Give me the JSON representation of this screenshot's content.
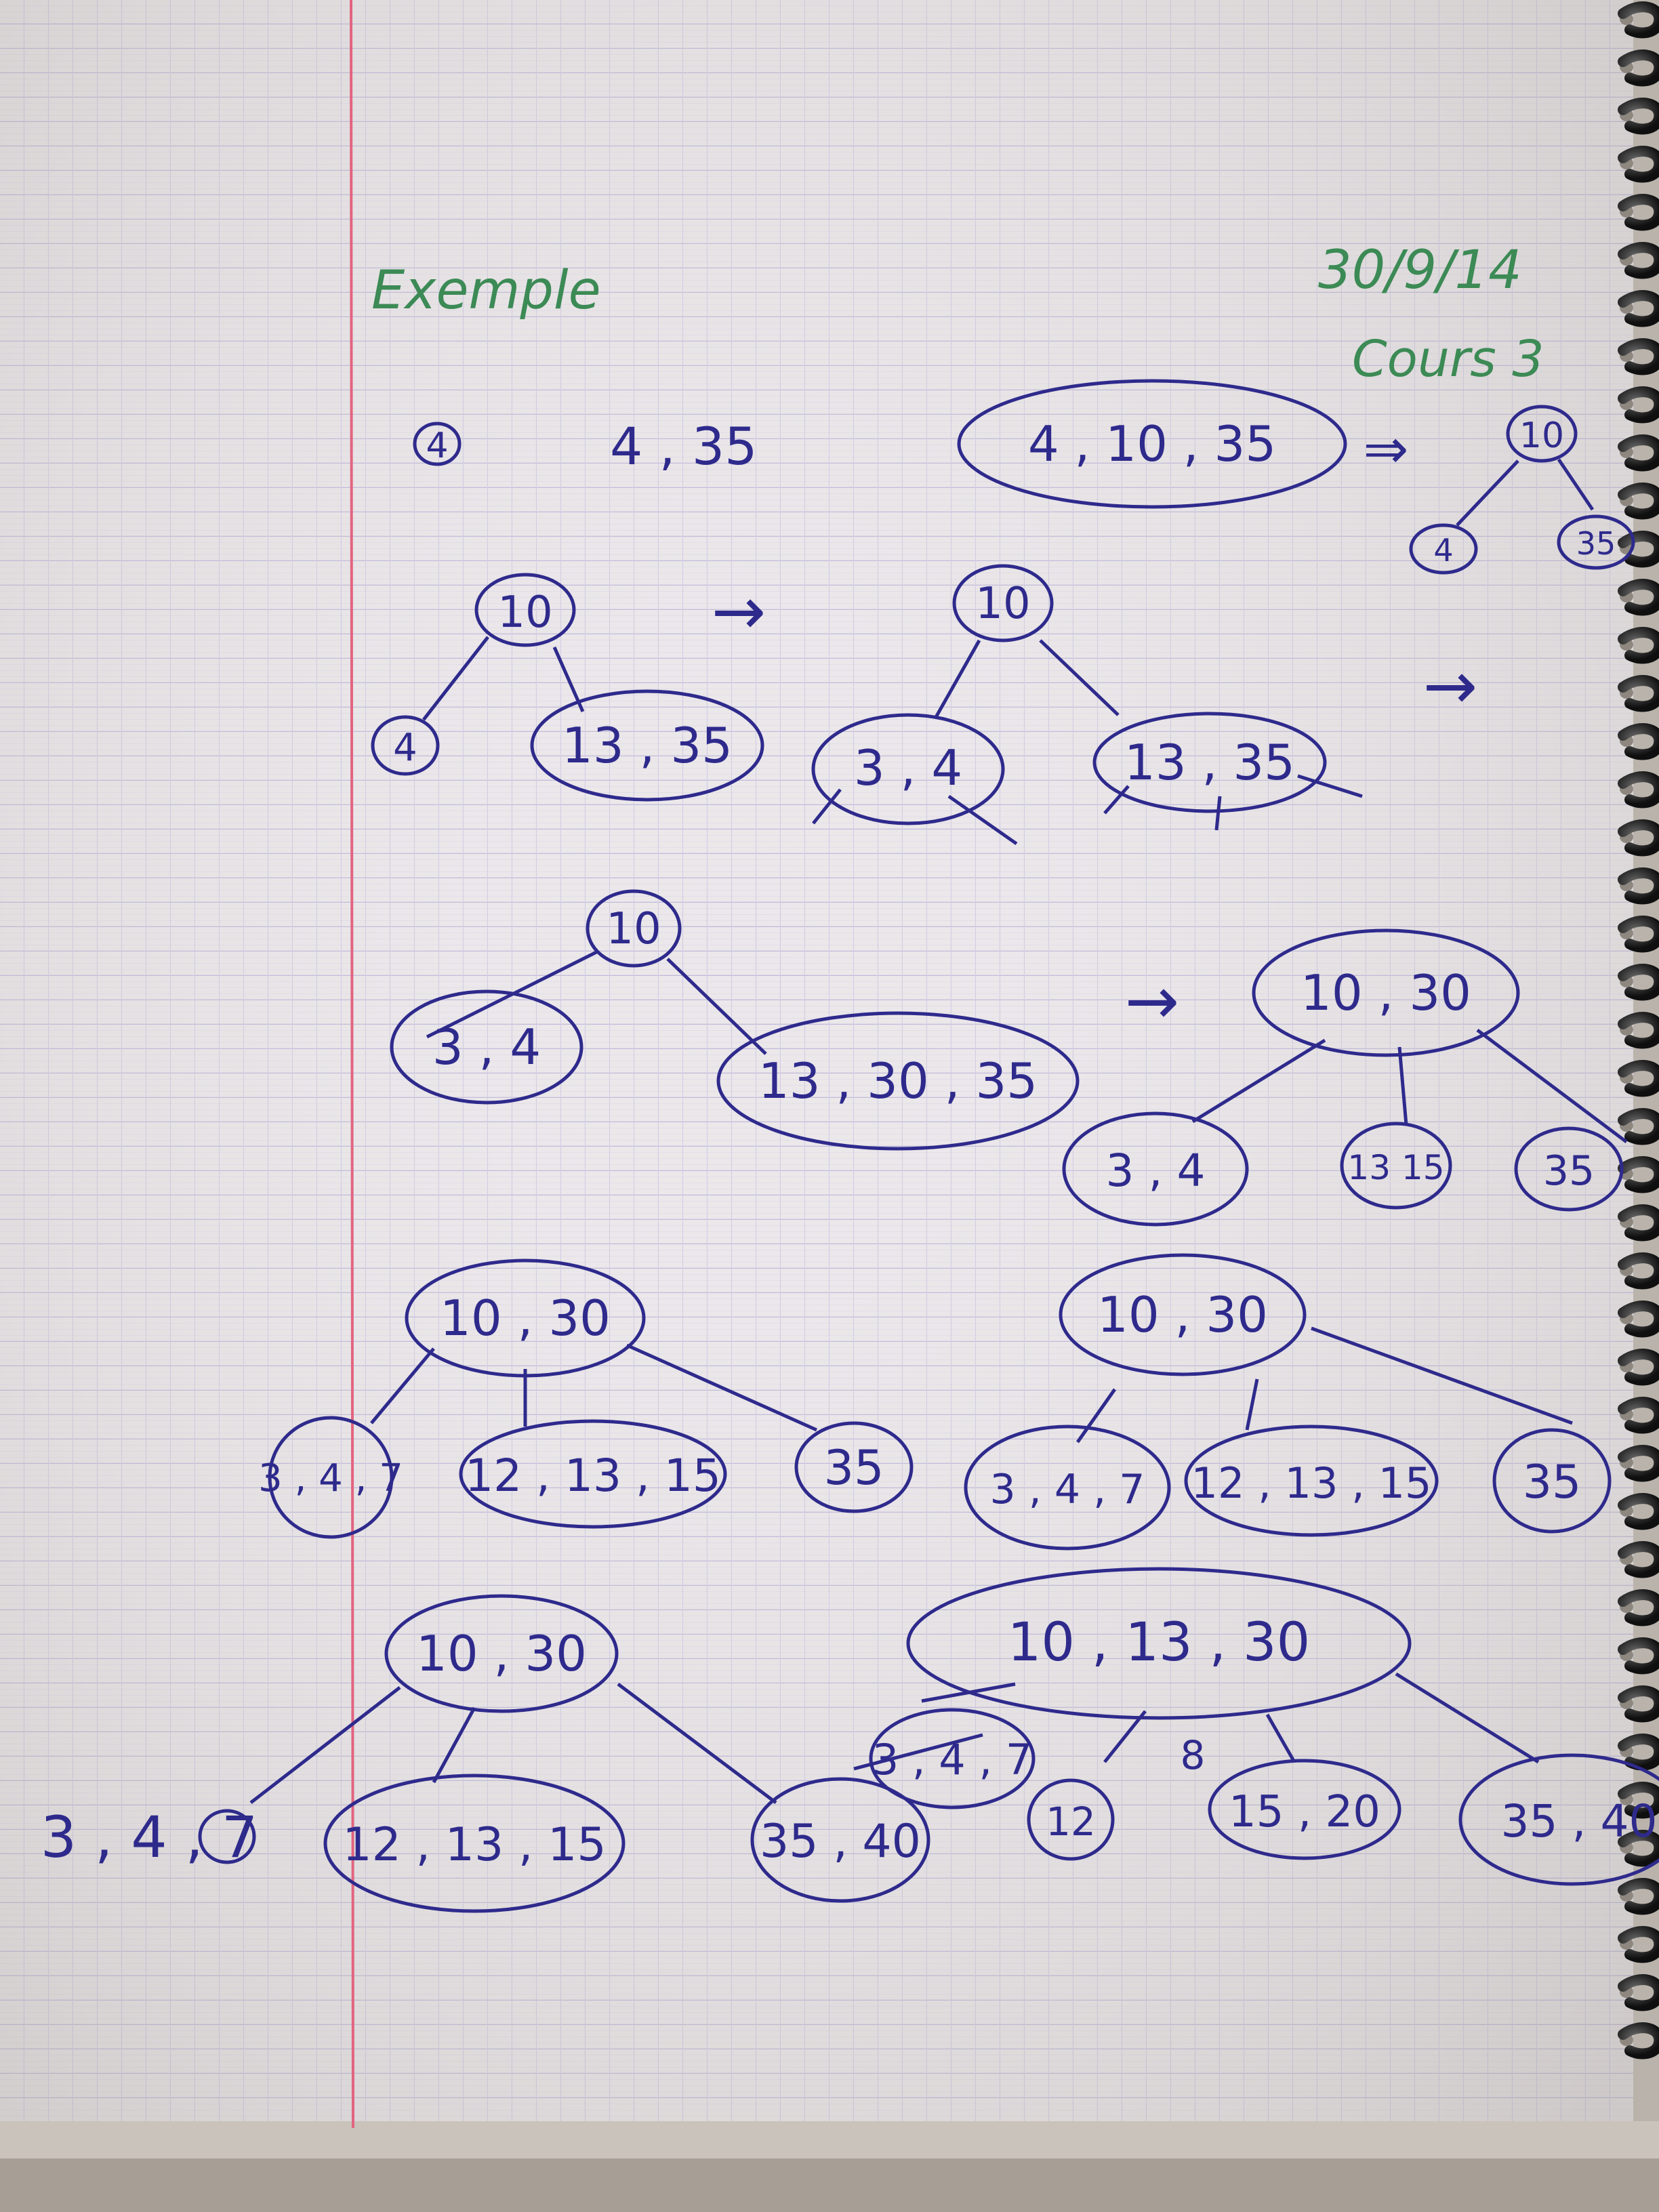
{
  "colors": {
    "paper": "#eae6e9",
    "grid_line": "#b7b2d6",
    "margin_line": "#e0607a",
    "ink_blue": "#2e2a8c",
    "ink_green": "#3c8a55",
    "spiral": "#1c1c1c"
  },
  "header": {
    "title": "Exemple",
    "date": "30/9/14",
    "course": "Cours 3"
  },
  "row1": {
    "step_marker": "4",
    "sequence": "4 , 35",
    "oversized_node": "4 , 10 , 35",
    "arrow_symbol": "⇒",
    "result_root": "10",
    "result_left": "4",
    "result_right": "35"
  },
  "row2": {
    "tree_a": {
      "root": "10",
      "left": "4",
      "right": "13 , 35"
    },
    "arrow": "→",
    "tree_b": {
      "root": "10",
      "left": "3 , 4",
      "right": "13 , 35"
    },
    "arrow_right": "→"
  },
  "row3": {
    "tree_a": {
      "root": "10",
      "left": "3 , 4",
      "right": "13 , 30 , 35"
    },
    "arrow": "→",
    "tree_b": {
      "root": "10 , 30",
      "left": "3 , 4",
      "middle": "13 15",
      "right": "35"
    }
  },
  "row4": {
    "tree_a": {
      "root": "10 , 30",
      "left": "3 , 4 , 7",
      "middle": "12 , 13 , 15",
      "right": "35"
    },
    "tree_b": {
      "root": "10 , 30",
      "left": "3 , 4 , 7",
      "middle": "12 , 13 , 15",
      "right": "35"
    }
  },
  "row5": {
    "tree_a": {
      "root": "10 , 30",
      "left": "3 , 4 , 7",
      "middle": "12 , 13 , 15",
      "right": "35 , 40"
    },
    "tree_b": {
      "root": "10 , 13 , 30",
      "c1": "3 , 4 , 7",
      "c2": "12",
      "c3": "15 , 20",
      "c4": "35 , 40",
      "crossed_digit": "8"
    }
  }
}
